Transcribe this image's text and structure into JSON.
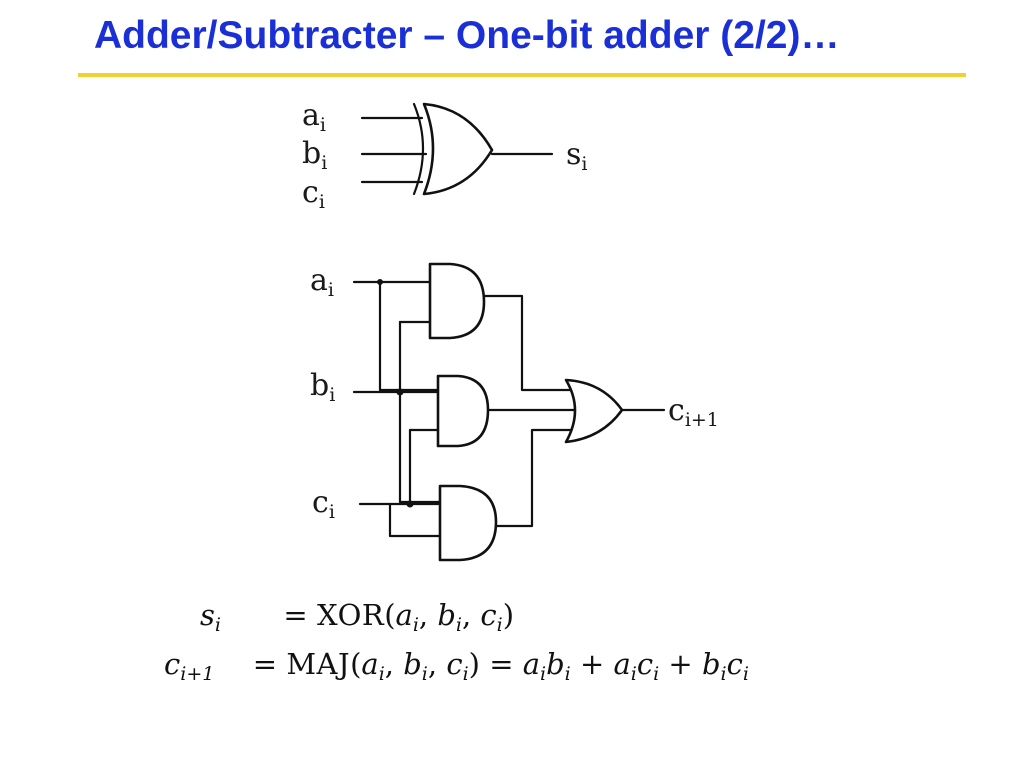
{
  "slide": {
    "title": "Adder/Subtracter – One-bit adder (2/2)…"
  },
  "diagram": {
    "xor_inputs": [
      {
        "base": "a",
        "sub": "i"
      },
      {
        "base": "b",
        "sub": "i"
      },
      {
        "base": "c",
        "sub": "i"
      }
    ],
    "xor_output": {
      "base": "s",
      "sub": "i"
    },
    "maj_inputs": [
      {
        "base": "a",
        "sub": "i"
      },
      {
        "base": "b",
        "sub": "i"
      },
      {
        "base": "c",
        "sub": "i"
      }
    ],
    "maj_output": {
      "base": "c",
      "sub": "i+1"
    }
  },
  "equations": {
    "line1": {
      "lhs_base": "s",
      "lhs_sub": "i",
      "eq": "=",
      "fn": "XOR",
      "args": [
        "a",
        "b",
        "c"
      ],
      "arg_sub": "i"
    },
    "line2": {
      "lhs_base": "c",
      "lhs_sub": "i+1",
      "eq": "=",
      "fn": "MAJ",
      "args": [
        "a",
        "b",
        "c"
      ],
      "arg_sub": "i",
      "eq2": "=",
      "terms": [
        [
          "a",
          "b"
        ],
        [
          "a",
          "c"
        ],
        [
          "b",
          "c"
        ]
      ],
      "plus": "+"
    }
  }
}
